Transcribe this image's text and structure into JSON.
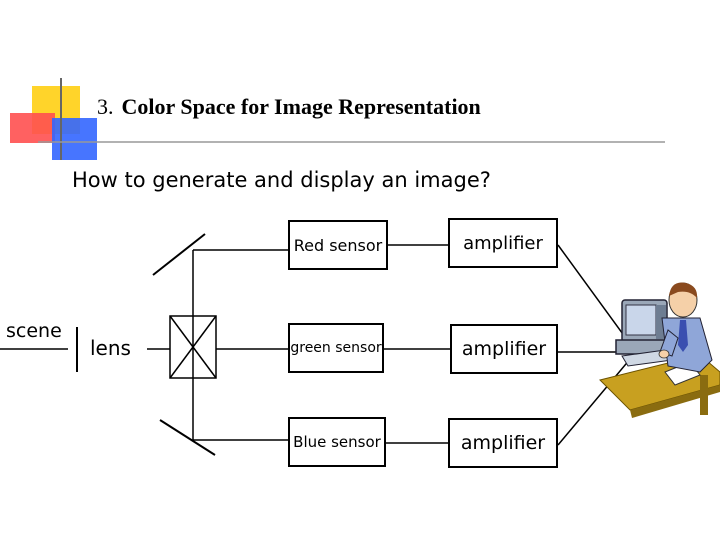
{
  "slide": {
    "title_number": "3.",
    "title_text": "Color  Space for Image Representation",
    "subtitle": "How to generate and display an image?"
  },
  "diagram": {
    "scene_label": "scene",
    "lens_label": "lens",
    "sensors": [
      "Red sensor",
      "green sensor",
      "Blue sensor"
    ],
    "amplifiers": [
      "amplifier",
      "amplifier",
      "amplifier"
    ]
  },
  "colors": {
    "accent_yellow": "#FFD42A",
    "accent_red": "#FF5050",
    "accent_blue": "#3366FF",
    "line": "#000000"
  }
}
